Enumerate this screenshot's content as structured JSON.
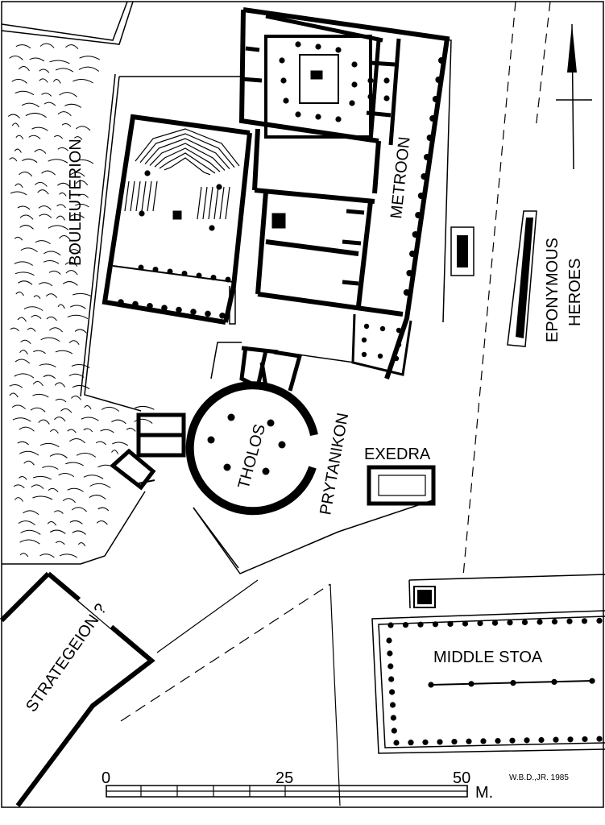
{
  "labels": {
    "bouleuterion": "BOULEUTERION",
    "metroon": "METROON",
    "eponymous_line1": "EPONYMOUS",
    "eponymous_line2": "HEROES",
    "tholos": "THOLOS",
    "prytanikon": "PRYTANIKON",
    "exedra": "EXEDRA",
    "strategeion": "STRATEGEION ?",
    "middle_stoa": "MIDDLE STOA"
  },
  "scale": {
    "tick_0": "0",
    "tick_25": "25",
    "tick_50": "50",
    "unit": "M."
  },
  "credit": "W.B.D.,JR. 1985"
}
